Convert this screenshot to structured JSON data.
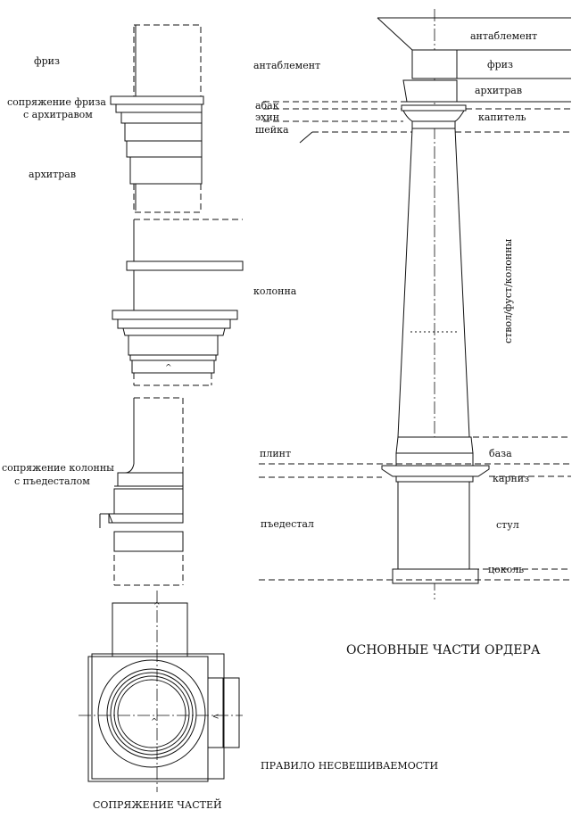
{
  "labels": {
    "friz_left": "фриз",
    "friz_arch_join_1": "сопряжение фриза",
    "friz_arch_join_2": "с архитравом",
    "architrave_left": "архитрав",
    "column_mid": "колонна",
    "col_ped_join_1": "сопряжение колонны",
    "col_ped_join_2": "с пъедесталом",
    "entablature_mid": "антаблемент",
    "abacus": "абак",
    "echinus": "эхин",
    "neck": "шейка",
    "plinth": "плинт",
    "pedestal": "пъедестал",
    "entablature_right": "антаблемент",
    "friz_right": "фриз",
    "architrave_right": "архитрав",
    "capital": "капитель",
    "shaft": "ствол/фуст/колонны",
    "base": "база",
    "cornice": "карниз",
    "die": "стул",
    "socle": "цоколь"
  },
  "titles": {
    "main": "ОСНОВНЫЕ ЧАСТИ ОРДЕРА",
    "rule": "ПРАВИЛО НЕСВЕШИВАЕМОСТИ",
    "joints": "СОПРЯЖЕНИЕ ЧАСТЕЙ"
  }
}
